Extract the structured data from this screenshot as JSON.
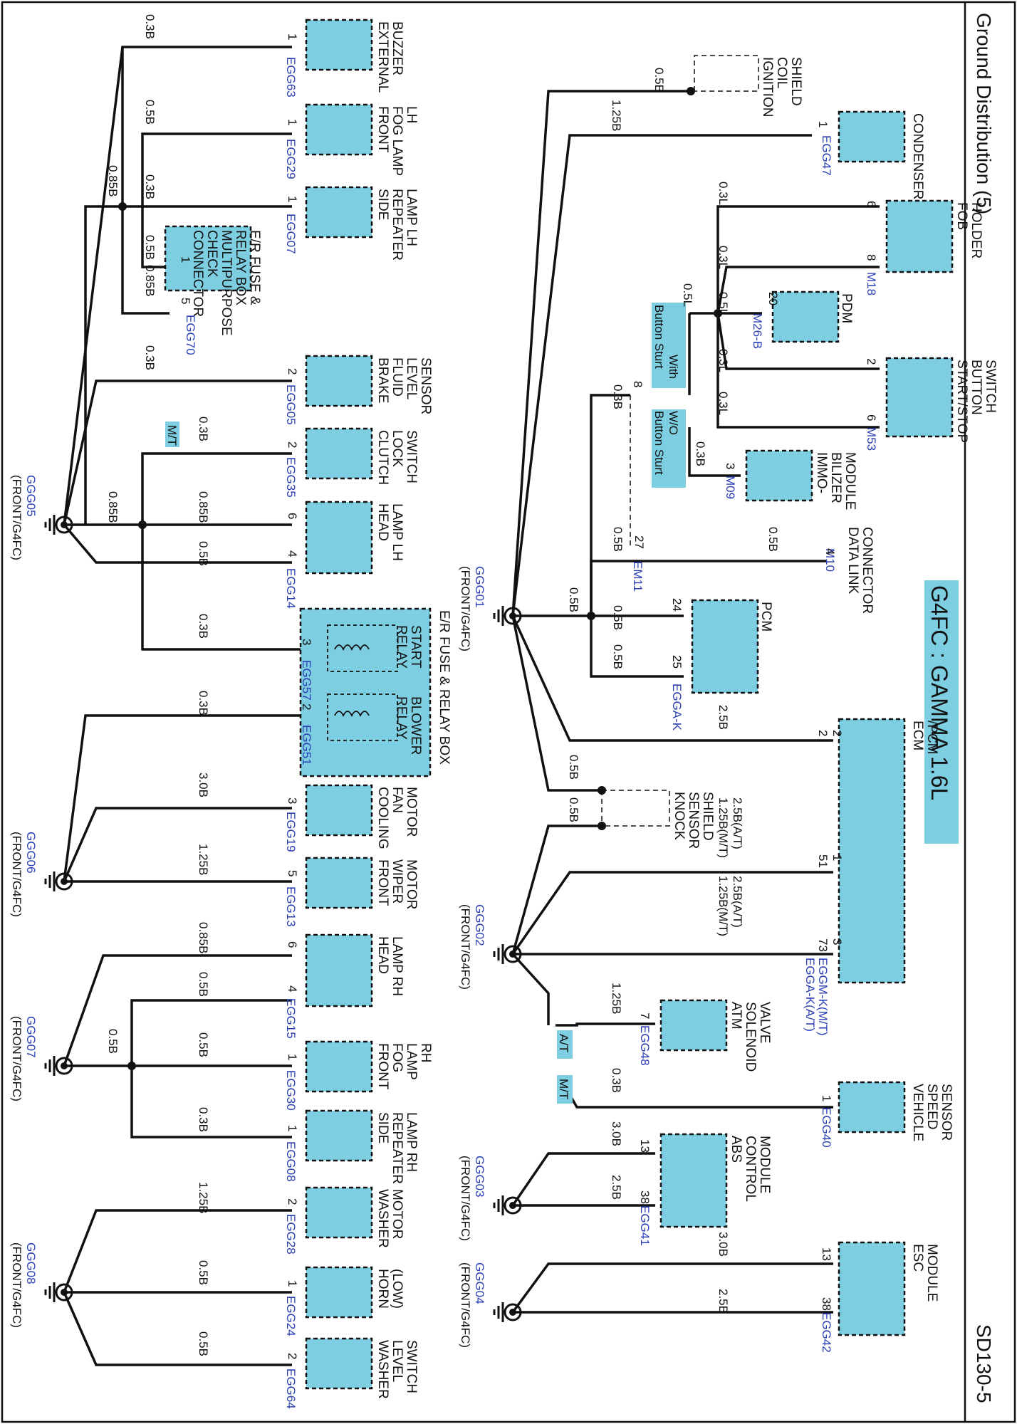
{
  "header": {
    "title": "Ground Distribution (5)",
    "code": "SD130-5"
  },
  "engine_label": "G4FC : GAMMA 1.6L",
  "grounds": [
    {
      "id": "g05",
      "name": "GGG05",
      "loc": "(FRONT/G4FC)"
    },
    {
      "id": "g06",
      "name": "GGG06",
      "loc": "(FRONT/G4FC)"
    },
    {
      "id": "g07",
      "name": "GGG07",
      "loc": "(FRONT/G4FC)"
    },
    {
      "id": "g08",
      "name": "GGG08",
      "loc": "(FRONT/G4FC)"
    },
    {
      "id": "g01",
      "name": "GGG01",
      "loc": "(FRONT/G4FC)"
    },
    {
      "id": "g02",
      "name": "GGG02",
      "loc": "(FRONT/G4FC)"
    },
    {
      "id": "g03",
      "name": "GGG03",
      "loc": "(FRONT/G4FC)"
    },
    {
      "id": "g04",
      "name": "GGG04",
      "loc": "(FRONT/G4FC)"
    }
  ],
  "components": [
    {
      "id": "ext-buzzer",
      "name": [
        "EXTERNAL",
        "BUZZER"
      ],
      "connector": "EGG63"
    },
    {
      "id": "fog-lh",
      "name": [
        "FRONT",
        "FOG LAMP",
        "LH"
      ],
      "connector": "EGG29"
    },
    {
      "id": "side-rep-lh",
      "name": [
        "SIDE",
        "REPEATER",
        "LAMP LH"
      ],
      "connector": "EGG07"
    },
    {
      "id": "multi-check",
      "name": [
        "E/R FUSE &",
        "RELAY BOX",
        "MULTIPURPOSE",
        "CHECK",
        "CONNECTOR"
      ],
      "connector": "EGG70"
    },
    {
      "id": "brake-fluid",
      "name": [
        "BRAKE",
        "FLUID",
        "LEVEL",
        "SENSOR"
      ],
      "connector": "EGG05"
    },
    {
      "id": "clutch-lock",
      "name": [
        "CLUTCH",
        "LOCK",
        "SWITCH"
      ],
      "connector": "EGG35"
    },
    {
      "id": "head-lh",
      "name": [
        "HEAD",
        "LAMP LH"
      ],
      "connector": "EGG14"
    },
    {
      "id": "er-fuse-box",
      "name": [
        "E/R FUSE & RELAY BOX"
      ],
      "connector": ""
    },
    {
      "id": "start-relay",
      "name": [
        "START",
        "RELAY"
      ],
      "connector": "EGG57"
    },
    {
      "id": "blower-relay",
      "name": [
        "BLOWER",
        "RELAY"
      ],
      "connector": "EGG51"
    },
    {
      "id": "cool-fan",
      "name": [
        "COOLING",
        "FAN",
        "MOTOR"
      ],
      "connector": "EGG19"
    },
    {
      "id": "wiper",
      "name": [
        "FRONT",
        "WIPER",
        "MOTOR"
      ],
      "connector": "EGG13"
    },
    {
      "id": "head-rh",
      "name": [
        "HEAD",
        "LAMP RH"
      ],
      "connector": "EGG15"
    },
    {
      "id": "fog-rh",
      "name": [
        "FRONT",
        "FOG",
        "LAMP",
        "RH"
      ],
      "connector": "EGG30"
    },
    {
      "id": "side-rep-rh",
      "name": [
        "SIDE",
        "REPEATER",
        "LAMP RH"
      ],
      "connector": "EGG08"
    },
    {
      "id": "washer-motor",
      "name": [
        "WASHER",
        "MOTOR"
      ],
      "connector": "EGG28"
    },
    {
      "id": "horn",
      "name": [
        "HORN",
        "(LOW)"
      ],
      "connector": "EGG24"
    },
    {
      "id": "washer-level",
      "name": [
        "WASHER",
        "LEVEL",
        "SWITCH"
      ],
      "connector": "EGG64"
    },
    {
      "id": "ign-shield",
      "name": [
        "IGNITION",
        "COIL",
        "SHIELD"
      ],
      "connector": ""
    },
    {
      "id": "condenser",
      "name": [
        "CONDENSER"
      ],
      "connector": "EGG47"
    },
    {
      "id": "fob-holder",
      "name": [
        "FOB",
        "HOLDER"
      ],
      "connector": "M18"
    },
    {
      "id": "pdm",
      "name": [
        "PDM"
      ],
      "connector": "M26-B"
    },
    {
      "id": "start-stop",
      "name": [
        "START/STOP",
        "BUTTON",
        "SWITCH"
      ],
      "connector": "M53"
    },
    {
      "id": "immo",
      "name": [
        "IMMO-",
        "BILIZER",
        "MODULE"
      ],
      "connector": "M09"
    },
    {
      "id": "dlc",
      "name": [
        "DATA LINK",
        "CONNECTOR"
      ],
      "connector": "M10"
    },
    {
      "id": "pcm",
      "name": [
        "PCM"
      ],
      "connector": "EGGA-K"
    },
    {
      "id": "ecm",
      "name": [
        "ECM",
        "/PCM"
      ],
      "connector": "EGGM-K(M/T)|EGGA-K(A/T)"
    },
    {
      "id": "knock",
      "name": [
        "KNOCK",
        "SENSOR",
        "SHIELD"
      ],
      "connector": ""
    },
    {
      "id": "atm",
      "name": [
        "ATM",
        "SOLENOID",
        "VALVE"
      ],
      "connector": "EGG48"
    },
    {
      "id": "vss",
      "name": [
        "VEHICLE",
        "SPEED",
        "SENSOR"
      ],
      "connector": "EGG40"
    },
    {
      "id": "abs",
      "name": [
        "ABS",
        "CONTROL",
        "MODULE"
      ],
      "connector": "EGG41"
    },
    {
      "id": "esc",
      "name": [
        "ESC",
        "MODULE"
      ],
      "connector": "EGG42"
    }
  ],
  "tags": [
    {
      "id": "mt1",
      "text": "M/T"
    },
    {
      "id": "with-btn",
      "text": [
        "With",
        "Button Sturt"
      ]
    },
    {
      "id": "wo-btn",
      "text": [
        "W/O",
        "Button Sturt"
      ]
    },
    {
      "id": "at",
      "text": "A/T"
    },
    {
      "id": "mt2",
      "text": "M/T"
    }
  ],
  "inline_connectors": [
    {
      "id": "em11",
      "name": "EM11"
    }
  ]
}
